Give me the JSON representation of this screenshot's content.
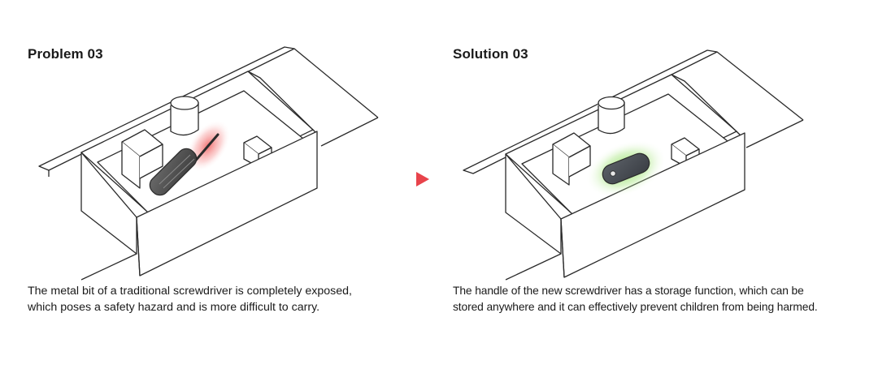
{
  "problem": {
    "title": "Problem 03",
    "caption_lines": [
      "The metal bit of a traditional screwdriver is completely exposed,",
      "which poses a safety hazard and is more difficult to carry."
    ]
  },
  "solution": {
    "title": "Solution 03",
    "caption_lines": [
      "The handle of the new screwdriver has a storage function, which can be",
      "stored anywhere and it can effectively prevent children from being harmed."
    ]
  },
  "colors": {
    "hazard_glow": "#f05a5a",
    "safe_glow": "#7fd84a",
    "arrow": "#e8434b",
    "line": "#2a2a2a"
  },
  "icons": {
    "problem_object": "screwdriver-icon",
    "solution_object": "capsule-screwdriver-icon",
    "transition": "play-arrow-icon"
  }
}
